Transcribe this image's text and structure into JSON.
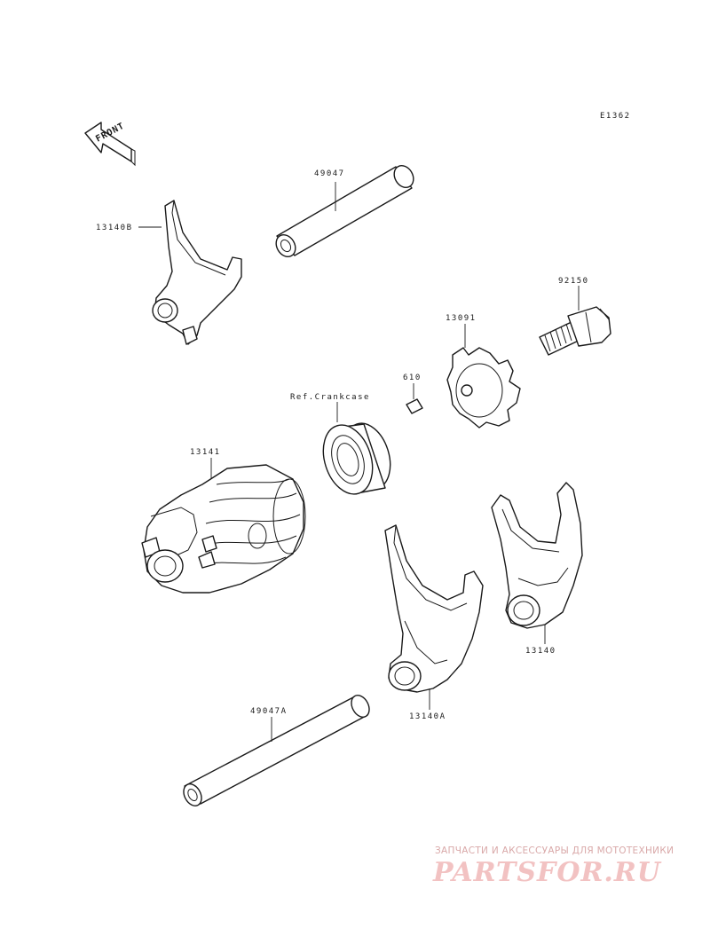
{
  "diagram": {
    "code": "E1362",
    "front_label": "FRONT",
    "parts": {
      "fork_b": "13140B",
      "shaft_short": "49047",
      "bolt": "92150",
      "cam": "13091",
      "pin": "610",
      "bearing": "Ref.Crankcase",
      "drum": "13141",
      "fork_a": "13140A",
      "fork": "13140",
      "shaft_long": "49047A"
    }
  },
  "watermark": {
    "tagline": "ЗАПЧАСТИ И АКСЕССУАРЫ ДЛЯ МОТОТЕХНИКИ",
    "logo": "PARTSFOR.RU"
  }
}
